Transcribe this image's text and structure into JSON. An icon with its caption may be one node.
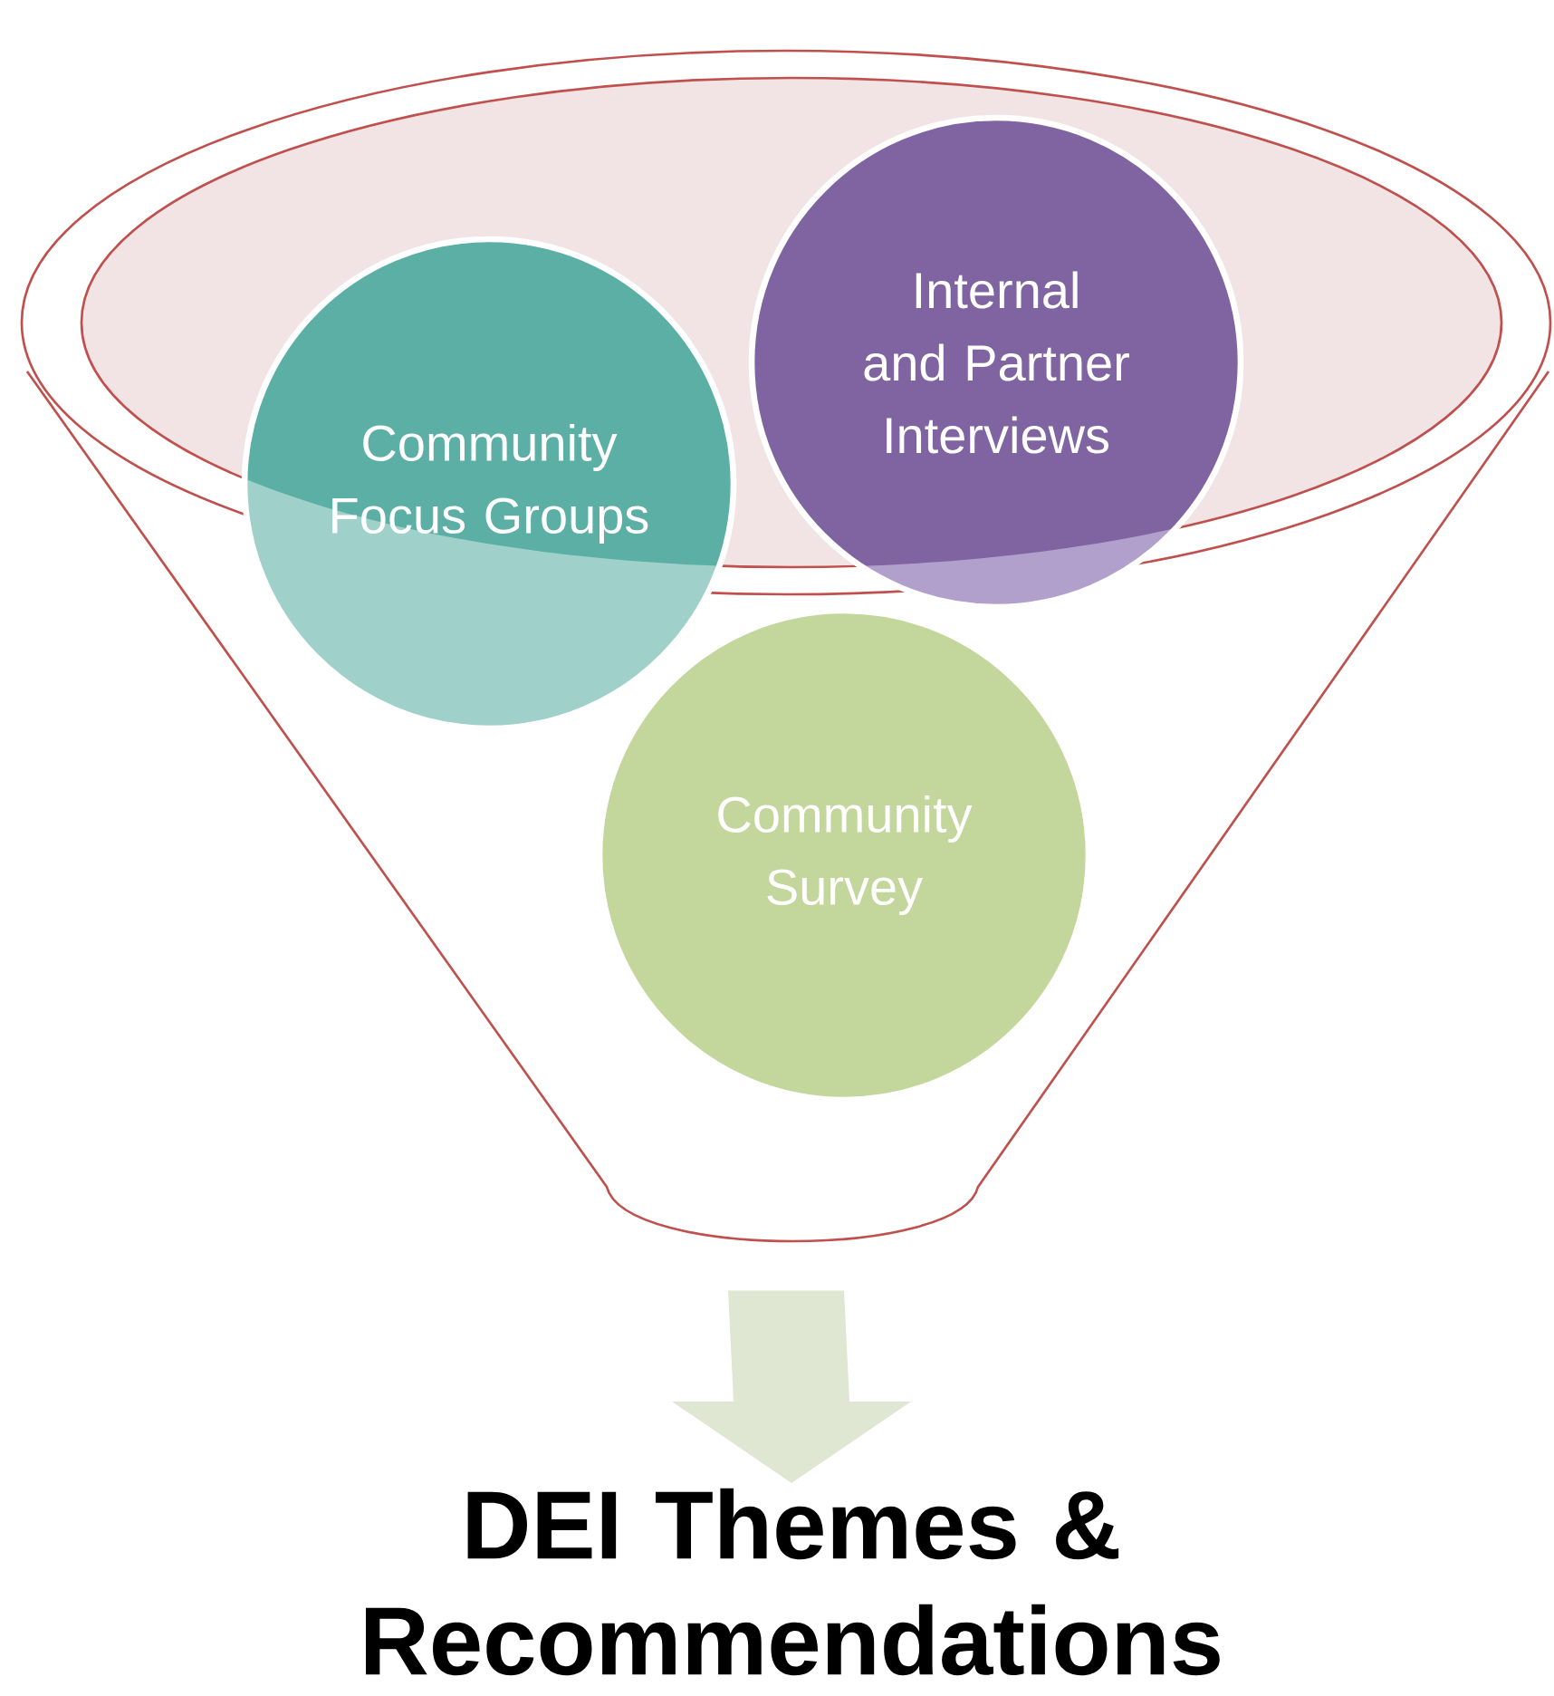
{
  "diagram": {
    "nodes": [
      {
        "text": [],
        "shape": "funnel"
      },
      {
        "text": [
          "Community Focus Groups"
        ],
        "in": 0
      },
      {
        "text": [
          "Internal and Partner Interviews"
        ],
        "in": 0
      },
      {
        "text": [
          "Community Survey"
        ],
        "in": 0
      },
      {
        "text": [
          "DEI Themes & Recommendations"
        ]
      }
    ],
    "edges": [
      {
        "from": 0,
        "to": 4,
        "arrow": "to"
      }
    ]
  }
}
